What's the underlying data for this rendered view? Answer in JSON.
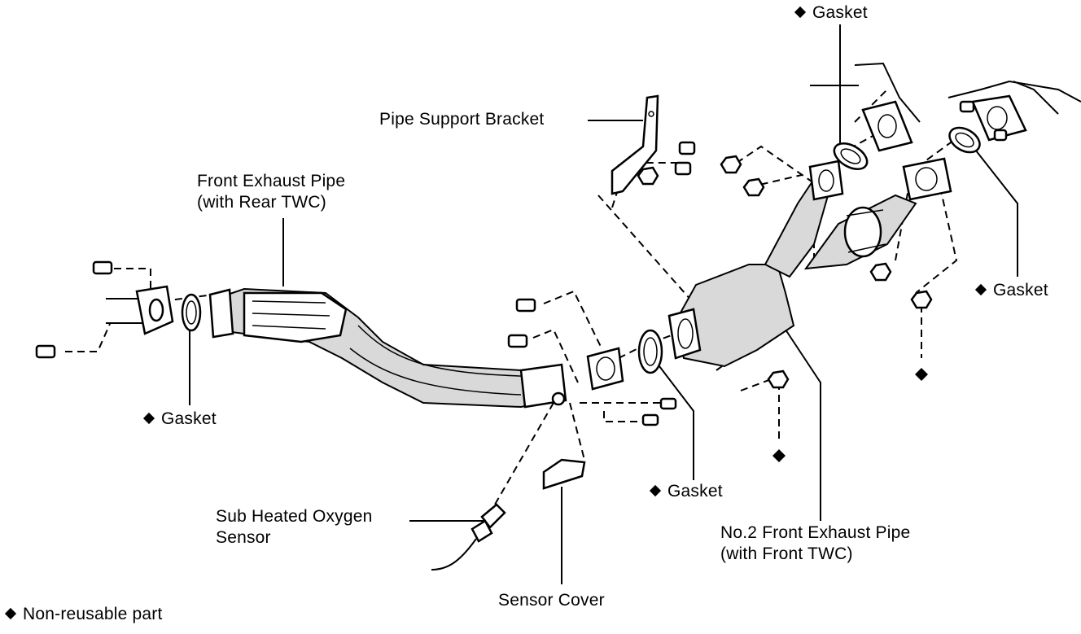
{
  "labels": {
    "gasket_top": "Gasket",
    "pipe_support_bracket": "Pipe Support Bracket",
    "front_exhaust_pipe": "Front Exhaust Pipe",
    "front_exhaust_pipe_sub": "(with Rear TWC)",
    "gasket_right": "Gasket",
    "gasket_left": "Gasket",
    "gasket_center": "Gasket",
    "sub_heated_oxygen_sensor": "Sub Heated Oxygen",
    "sub_heated_oxygen_sensor_2": "Sensor",
    "no2_front_exhaust_pipe": "No.2 Front Exhaust Pipe",
    "no2_front_exhaust_pipe_sub": "(with Front TWC)",
    "sensor_cover": "Sensor Cover"
  },
  "legend": {
    "non_reusable": "Non-reusable part"
  },
  "icons": {
    "marker": "diamond-icon"
  }
}
